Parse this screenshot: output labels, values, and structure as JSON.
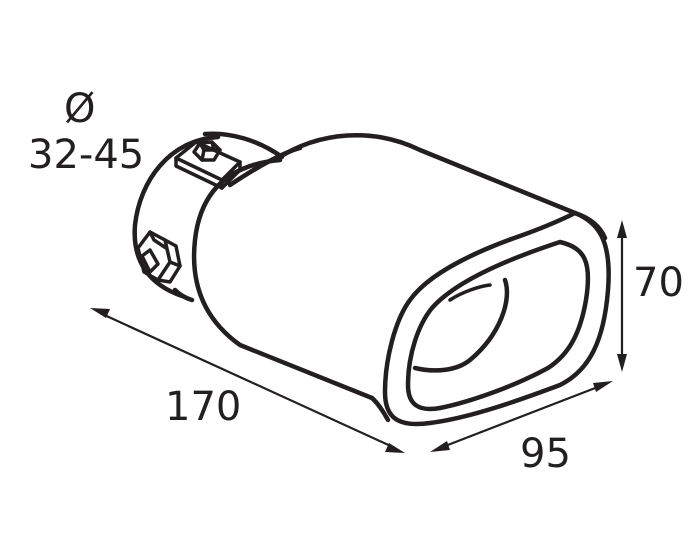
{
  "product": {
    "name": "exhaust-tip"
  },
  "dimensions": {
    "diameter_symbol": "Ø",
    "diameter_range": "32-45",
    "length": "170",
    "width": "95",
    "height": "70"
  },
  "colors": {
    "line": "#231f20",
    "background": "#ffffff"
  }
}
